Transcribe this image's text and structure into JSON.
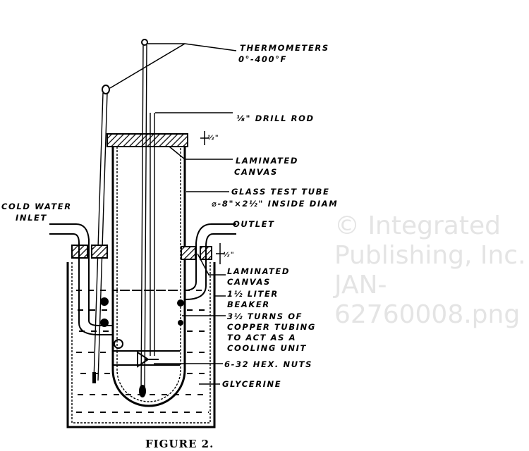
{
  "watermark": {
    "line1": "© Integrated",
    "line2": "Publishing, Inc.",
    "line3": "JAN-62760008.png"
  },
  "labels": {
    "thermometers": "THERMOMETERS",
    "thermometer_range": "0°-400°F",
    "drill_rod": "⅛\" DRILL ROD",
    "cap_dimension": "½\"",
    "laminated_canvas_top_1": "LAMINATED",
    "laminated_canvas_top_2": "CANVAS",
    "test_tube_1": "GLASS TEST TUBE",
    "test_tube_2": "⌀-8\"×2½\" INSIDE DIAM",
    "cold_water_1": "COLD WATER",
    "cold_water_2": "INLET",
    "outlet": "OUTLET",
    "stopper_dimension": "½\"",
    "laminated_canvas_low_1": "LAMINATED",
    "laminated_canvas_low_2": "CANVAS",
    "beaker_1": "1½ LITER",
    "beaker_2": "BEAKER",
    "coil_1": "3½ TURNS OF",
    "coil_2": "COPPER TUBING",
    "coil_3": "TO ACT AS A",
    "coil_4": "COOLING UNIT",
    "hex_nuts": "6-32 HEX. NUTS",
    "glycerine": "GLYCERINE"
  },
  "caption": "FIGURE 2."
}
